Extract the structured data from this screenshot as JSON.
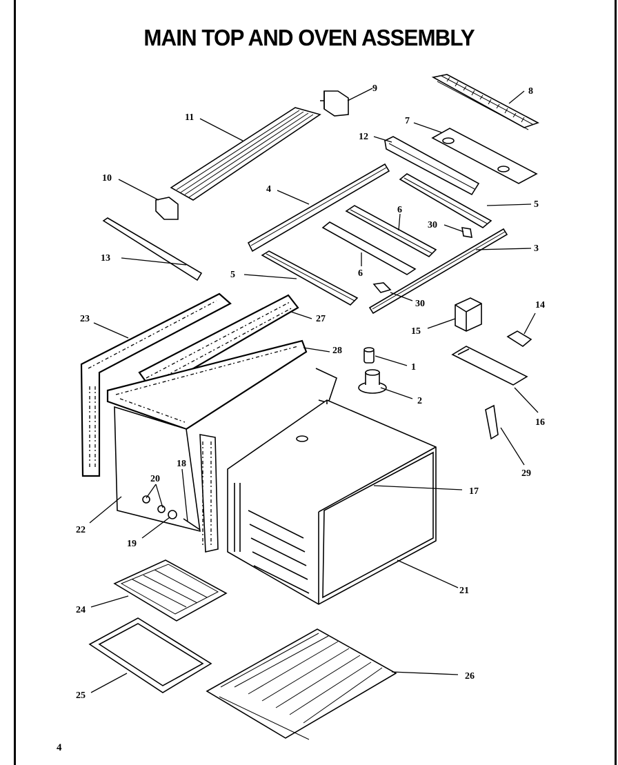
{
  "title": "MAIN TOP AND OVEN ASSEMBLY",
  "page_number": "4",
  "callouts": [
    "1",
    "2",
    "3",
    "4",
    "5",
    "5",
    "6",
    "6",
    "7",
    "8",
    "9",
    "10",
    "11",
    "12",
    "13",
    "14",
    "15",
    "16",
    "17",
    "18",
    "19",
    "20",
    "21",
    "22",
    "23",
    "24",
    "25",
    "26",
    "27",
    "28",
    "29",
    "30",
    "30"
  ]
}
